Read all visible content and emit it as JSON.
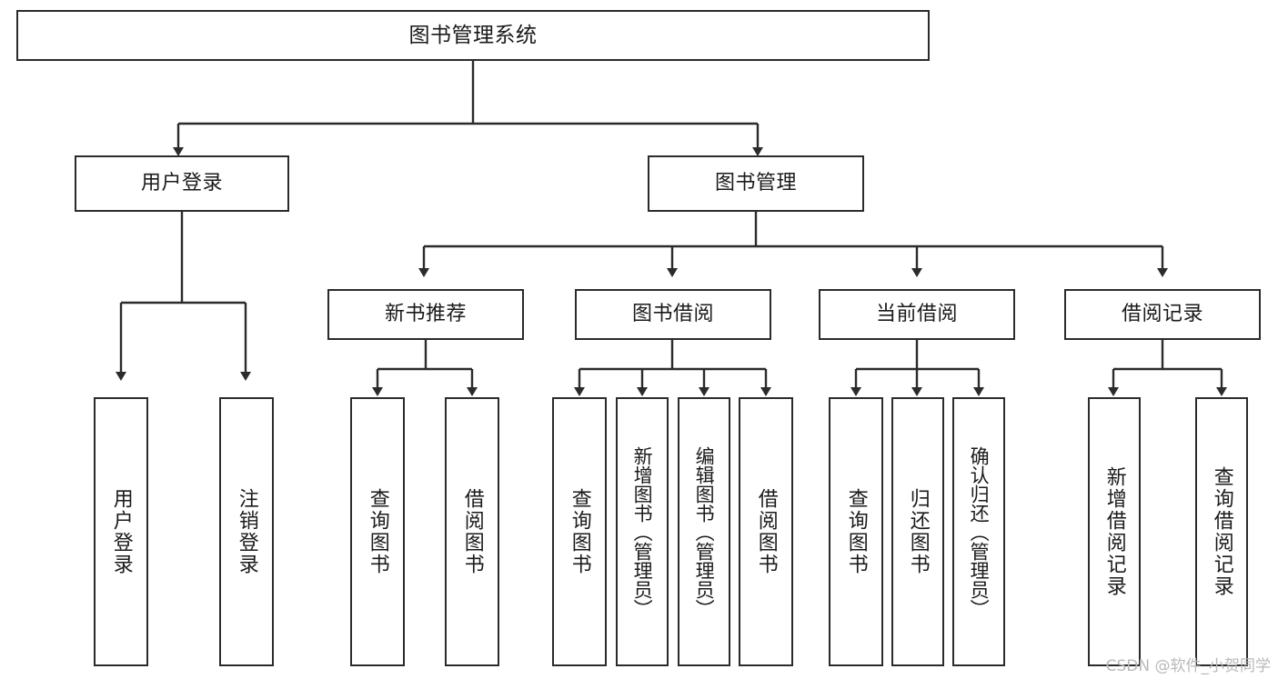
{
  "diagram": {
    "title": "图书管理系统",
    "watermark": "CSDN @软件_小贺同学",
    "accent_color": "#2b2b2b",
    "background_color": "#ffffff",
    "watermark_color": "#b9b9b9",
    "nodes": {
      "root": {
        "label": "图书管理系统"
      },
      "level1": [
        {
          "id": "user-login",
          "label": "用户登录"
        },
        {
          "id": "book-management",
          "label": "图书管理"
        }
      ],
      "level2": [
        {
          "id": "new-book-recommend",
          "label": "新书推荐"
        },
        {
          "id": "book-borrow",
          "label": "图书借阅"
        },
        {
          "id": "current-borrow",
          "label": "当前借阅"
        },
        {
          "id": "borrow-record",
          "label": "借阅记录"
        }
      ],
      "leaves": {
        "user_login": [
          {
            "id": "leaf-user-login",
            "label": "用户登录"
          },
          {
            "id": "leaf-logout-login",
            "label": "注销登录"
          }
        ],
        "new_book_recommend": [
          {
            "id": "leaf-query-book-1",
            "label": "查询图书"
          },
          {
            "id": "leaf-borrow-book-1",
            "label": "借阅图书"
          }
        ],
        "book_borrow": [
          {
            "id": "leaf-query-book-2",
            "label": "查询图书"
          },
          {
            "id": "leaf-add-book",
            "label": "新增图书（管理员）"
          },
          {
            "id": "leaf-edit-book",
            "label": "编辑图书（管理员）"
          },
          {
            "id": "leaf-borrow-book-2",
            "label": "借阅图书"
          }
        ],
        "current_borrow": [
          {
            "id": "leaf-query-book-3",
            "label": "查询图书"
          },
          {
            "id": "leaf-return-book",
            "label": "归还图书"
          },
          {
            "id": "leaf-confirm-return",
            "label": "确认归还（管理员）"
          }
        ],
        "borrow_record": [
          {
            "id": "leaf-add-record",
            "label": "新增借阅记录"
          },
          {
            "id": "leaf-query-record",
            "label": "查询借阅记录"
          }
        ]
      }
    }
  }
}
